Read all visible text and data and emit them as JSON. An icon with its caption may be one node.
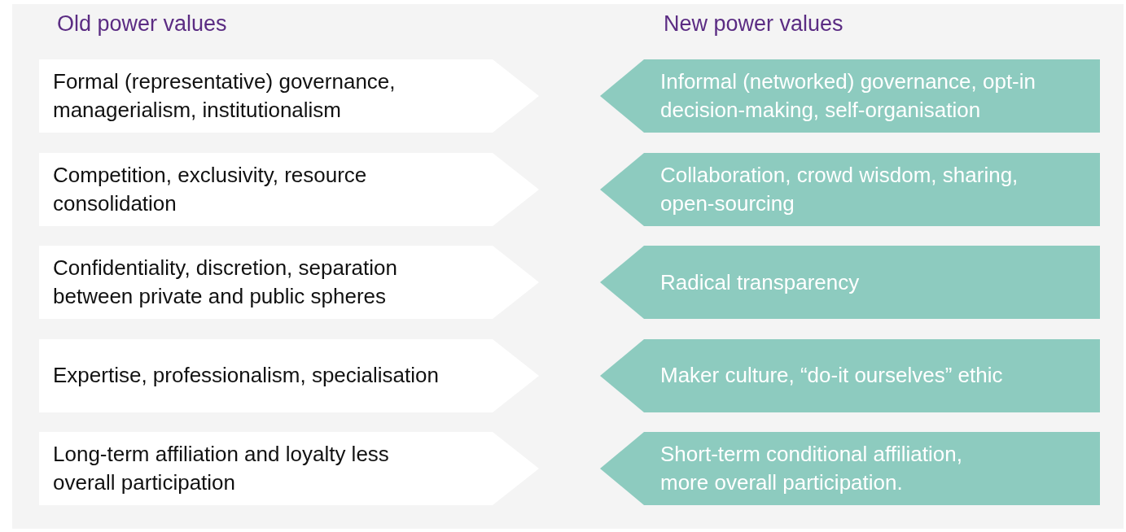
{
  "diagram": {
    "nodes": [
      {
        "text": [
          "Formal (representative) governance, managerialism, institutionalism"
        ]
      },
      {
        "text": [
          "Informal (networked) governance, opt-in decision-making, self-organisation"
        ]
      },
      {
        "text": [
          "Competition, exclusivity, resource consolidation"
        ]
      },
      {
        "text": [
          "Collaboration, crowd wisdom, sharing, open-sourcing"
        ]
      },
      {
        "text": [
          "Confidentiality, discretion, separation between private and public spheres"
        ]
      },
      {
        "text": [
          "Radical transparency"
        ]
      },
      {
        "text": [
          "Expertise, professionalism, specialisation"
        ]
      },
      {
        "text": [
          "Maker culture, “do-it ourselves” ethic"
        ]
      },
      {
        "text": [
          "Long-term affiliation and loyalty less overall participation"
        ]
      },
      {
        "text": [
          "Short-term conditional affiliation, more overall participation."
        ]
      }
    ],
    "labels": [
      "Old power values",
      "New power values"
    ]
  }
}
